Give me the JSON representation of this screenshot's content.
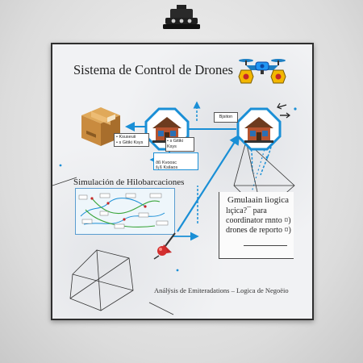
{
  "colors": {
    "accent": "#1a8fd6",
    "drone_body": "#1e7fc2",
    "drone_yellow": "#f3b700",
    "box_brown": "#c98b3f",
    "marker_red": "#c62828"
  },
  "board": {
    "title": "Sistema de Control de Drones",
    "left_station_labels": [
      "• Ksuseuii",
      "• s Gitiki Ksys"
    ],
    "bottom_box_label": "ðß Kvoosc\nš¡ß Ksilaos",
    "right_box_label": "Bjsiton",
    "simulation_title": "Simulación de Hilobarcaciones",
    "report": {
      "heading": "Gmulaain lìogica",
      "lines": [
        "lıçica?¯ para",
        "coordinator rnnto ¤)",
        "drones de reporto ¤)"
      ]
    },
    "footer": "Análÿsis de Emiteradations – Logica de Negoëio"
  },
  "icons": [
    "ceiling-light-icon",
    "drone-icon",
    "package-box-icon",
    "warehouse-icon",
    "map-pin-icon",
    "arrow-icon"
  ]
}
